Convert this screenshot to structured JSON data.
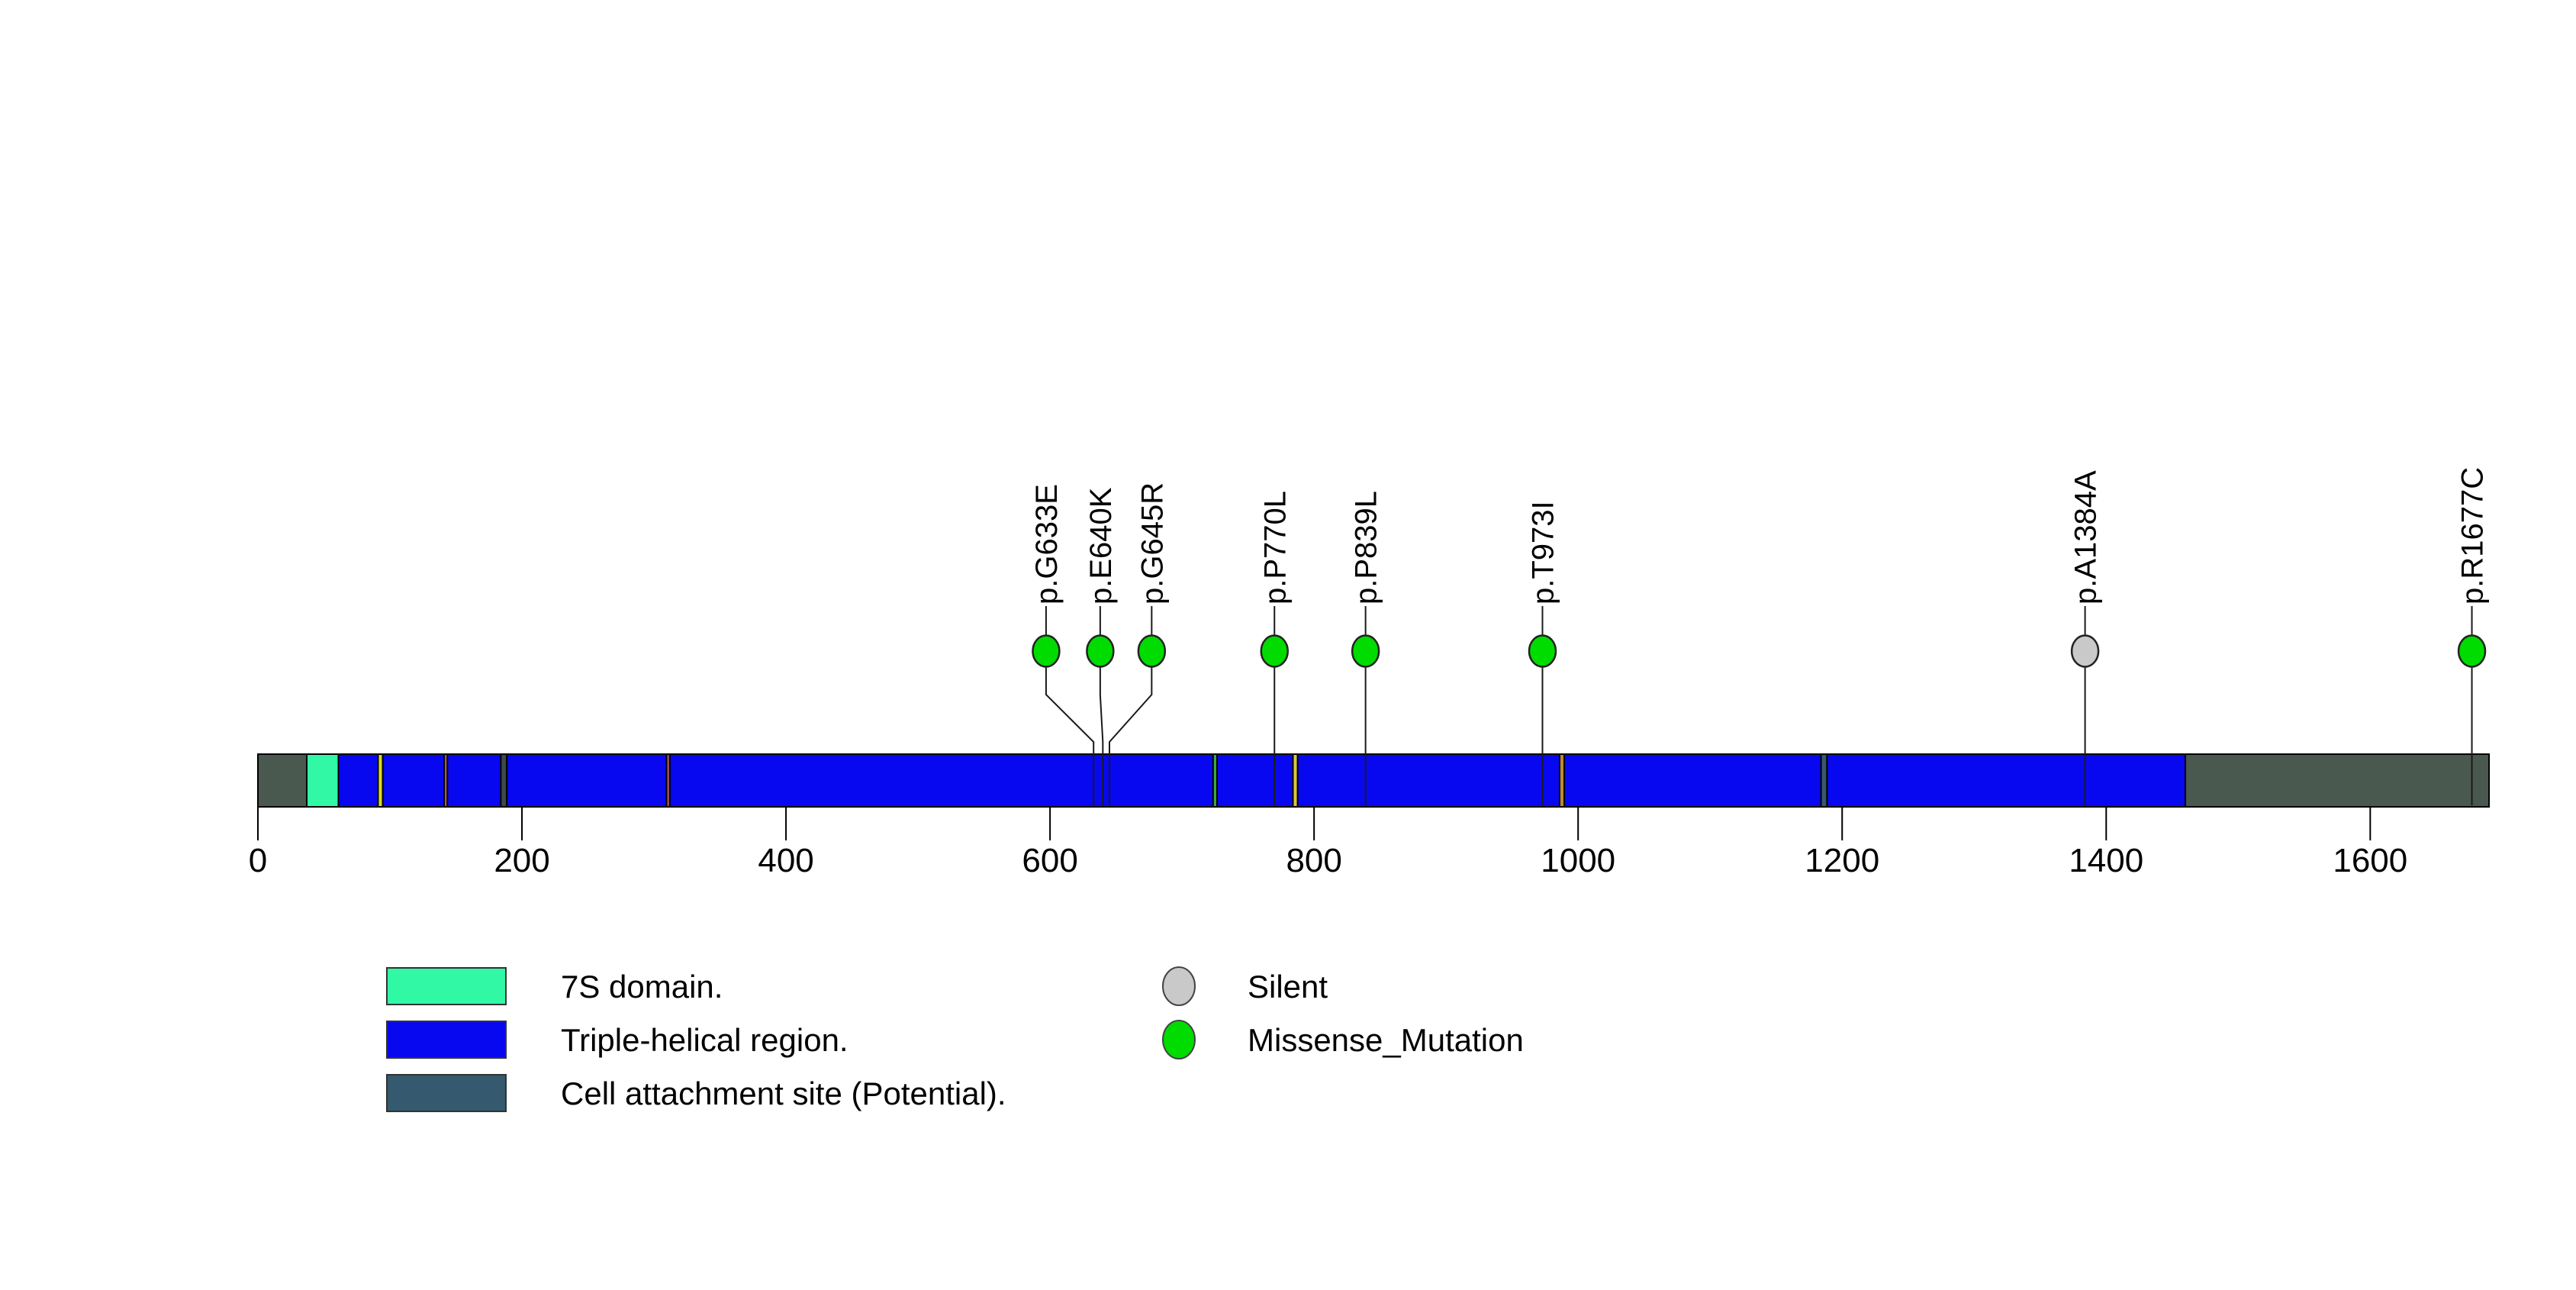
{
  "chart_data": {
    "type": "lollipop",
    "title": "",
    "xlabel": "",
    "ylabel": "",
    "protein_length": 1690,
    "xlim": [
      0,
      1690
    ],
    "grid": false,
    "axis": {
      "tick_values": [
        0,
        200,
        400,
        600,
        800,
        1000,
        1200,
        1400,
        1600
      ]
    },
    "backbone_color": "#4A594F",
    "segments": [
      {
        "label": "",
        "start": 0,
        "end": 37,
        "color": "#4A594F",
        "kind": "backbone"
      },
      {
        "label": "7S domain.",
        "start": 37,
        "end": 61,
        "color": "#30F8A5",
        "kind": "domain"
      },
      {
        "label": "Triple-helical region.",
        "start": 61,
        "end": 1460,
        "color": "#0808F0",
        "kind": "domain"
      },
      {
        "label": "",
        "start": 1460,
        "end": 1690,
        "color": "#4A594F",
        "kind": "backbone"
      },
      {
        "label": "",
        "start": 91,
        "end": 94.5,
        "color": "#DADA25",
        "kind": "sliver"
      },
      {
        "label": "",
        "start": 141,
        "end": 143.5,
        "color": "#AA5566",
        "kind": "sliver"
      },
      {
        "label": "",
        "start": 184,
        "end": 188.5,
        "color": "#3E4A47",
        "kind": "sliver"
      },
      {
        "label": "",
        "start": 309.5,
        "end": 312,
        "color": "#AA5566",
        "kind": "sliver"
      },
      {
        "label": "",
        "start": 723.5,
        "end": 726.5,
        "color": "#3FA83F",
        "kind": "sliver"
      },
      {
        "label": "",
        "start": 784,
        "end": 787.5,
        "color": "#D9C73C",
        "kind": "sliver"
      },
      {
        "label": "",
        "start": 986,
        "end": 989.5,
        "color": "#BE8A35",
        "kind": "sliver"
      },
      {
        "label": "Cell attachment site (Potential).",
        "start": 1184,
        "end": 1188.5,
        "color": "#35596E",
        "kind": "sliver"
      }
    ],
    "mutations": [
      {
        "label": "p.G633E",
        "position": 633,
        "display_position": 597,
        "type": "Missense_Mutation"
      },
      {
        "label": "p.E640K",
        "position": 640,
        "display_position": 638,
        "type": "Missense_Mutation"
      },
      {
        "label": "p.G645R",
        "position": 645,
        "display_position": 677,
        "type": "Missense_Mutation"
      },
      {
        "label": "p.P770L",
        "position": 770,
        "display_position": 770,
        "type": "Missense_Mutation"
      },
      {
        "label": "p.P839L",
        "position": 839,
        "display_position": 839,
        "type": "Missense_Mutation"
      },
      {
        "label": "p.T973I",
        "position": 973,
        "display_position": 973,
        "type": "Missense_Mutation"
      },
      {
        "label": "p.A1384A",
        "position": 1384,
        "display_position": 1384,
        "type": "Silent"
      },
      {
        "label": "p.R1677C",
        "position": 1677,
        "display_position": 1677,
        "type": "Missense_Mutation"
      }
    ],
    "mutation_type_colors": {
      "Missense_Mutation": "#00DB00",
      "Silent": "#C9C9C9"
    },
    "legend": {
      "domains": [
        {
          "label": "7S domain.",
          "color": "#30F8A5"
        },
        {
          "label": "Triple-helical region.",
          "color": "#0808F0"
        },
        {
          "label": "Cell attachment site (Potential).",
          "color": "#35596E"
        }
      ],
      "mutation_types": [
        {
          "label": "Silent",
          "color": "#C9C9C9"
        },
        {
          "label": "Missense_Mutation",
          "color": "#00DB00"
        }
      ]
    }
  }
}
